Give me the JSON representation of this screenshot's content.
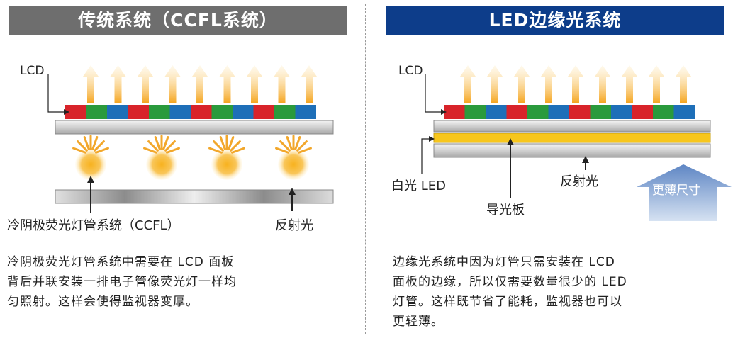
{
  "left": {
    "title": "传统系统（CCFL系统）",
    "lcd_label": "LCD",
    "ccfl_label": "冷阴极荧光灯管系统（CCFL）",
    "reflect_label": "反射光",
    "desc_lines": [
      "冷阴极荧光灯管系统中需要在 LCD 面板",
      "背后并联安装一排电子管像荧光灯一样均",
      "匀照射。这样会使得监视器变厚。"
    ]
  },
  "right": {
    "title": "LED边缘光系统",
    "lcd_label": "LCD",
    "white_led_label": "白光 LED",
    "light_guide_label": "导光板",
    "reflect_label": "反射光",
    "thinner_label": "更薄尺寸",
    "desc_lines": [
      "边缘光系统中因为灯管只需安装在 LCD",
      "面板的边缘，所以仅需要数量很少的 LED",
      "灯管。这样既节省了能耗，监视器也可以",
      "更轻薄。"
    ]
  },
  "colors": {
    "left_title_bg": "#6e6e6e",
    "right_title_bg": "#0d3d8a",
    "pixel_red": "#d8232a",
    "pixel_green": "#2a9a3c",
    "pixel_blue": "#1e6fb8",
    "light_orange": "#f2a72b",
    "light_guide_yellow": "#f7c61c"
  }
}
